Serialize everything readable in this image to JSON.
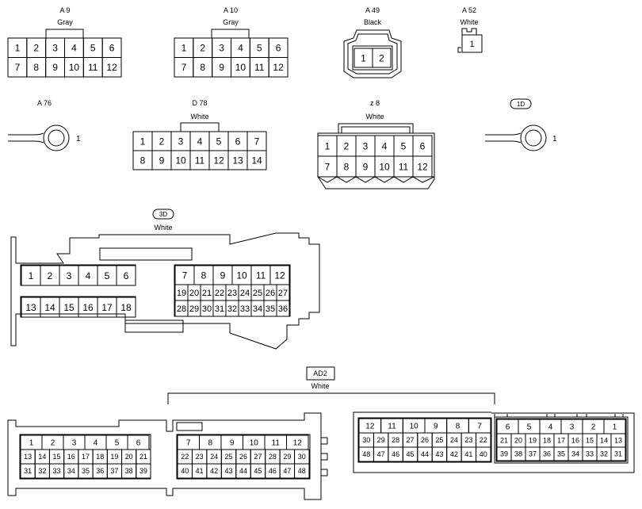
{
  "connectors": [
    {
      "id": "a9",
      "code": "A 9",
      "color": "Gray",
      "rows": [
        [
          "1",
          "2",
          "3",
          "4",
          "5",
          "6"
        ],
        [
          "7",
          "8",
          "9",
          "10",
          "11",
          "12"
        ]
      ]
    },
    {
      "id": "a10",
      "code": "A 10",
      "color": "Gray",
      "rows": [
        [
          "1",
          "2",
          "3",
          "4",
          "5",
          "6"
        ],
        [
          "7",
          "8",
          "9",
          "10",
          "11",
          "12"
        ]
      ]
    },
    {
      "id": "a49",
      "code": "A 49",
      "color": "Black",
      "rows": [
        [
          "1",
          "2"
        ]
      ]
    },
    {
      "id": "a52",
      "code": "A 52",
      "color": "White",
      "rows": [
        [
          "1"
        ]
      ]
    },
    {
      "id": "a76",
      "code": "A 76",
      "color": "",
      "rows": [
        [
          "1"
        ]
      ]
    },
    {
      "id": "d78",
      "code": "D 78",
      "color": "White",
      "rows": [
        [
          "1",
          "2",
          "3",
          "4",
          "5",
          "6",
          "7"
        ],
        [
          "8",
          "9",
          "10",
          "11",
          "12",
          "13",
          "14"
        ]
      ]
    },
    {
      "id": "z8",
      "code": "z 8",
      "color": "White",
      "rows": [
        [
          "1",
          "2",
          "3",
          "4",
          "5",
          "6"
        ],
        [
          "7",
          "8",
          "9",
          "10",
          "11",
          "12"
        ]
      ]
    },
    {
      "id": "1d",
      "code": "1D",
      "color": "",
      "rows": [
        [
          "1"
        ]
      ]
    },
    {
      "id": "3d",
      "code": "3D",
      "color": "White",
      "rows": [
        [
          "1",
          "2",
          "3",
          "4",
          "5",
          "6"
        ],
        [
          "13",
          "14",
          "15",
          "16",
          "17",
          "18"
        ],
        [
          "7",
          "8",
          "9",
          "10",
          "11",
          "12"
        ],
        [
          "19",
          "20",
          "21",
          "22",
          "23",
          "24",
          "25",
          "26",
          "27"
        ],
        [
          "28",
          "29",
          "30",
          "31",
          "32",
          "33",
          "34",
          "35",
          "36"
        ]
      ]
    },
    {
      "id": "ad2",
      "code": "AD2",
      "color": "White",
      "rows": [
        [
          "1",
          "2",
          "3",
          "4",
          "5",
          "6"
        ],
        [
          "13",
          "14",
          "15",
          "16",
          "17",
          "18",
          "19",
          "20",
          "21"
        ],
        [
          "31",
          "32",
          "33",
          "34",
          "35",
          "36",
          "37",
          "38",
          "39"
        ],
        [
          "7",
          "8",
          "9",
          "10",
          "11",
          "12"
        ],
        [
          "22",
          "23",
          "24",
          "25",
          "26",
          "27",
          "28",
          "29",
          "30"
        ],
        [
          "40",
          "41",
          "42",
          "43",
          "44",
          "45",
          "46",
          "47",
          "48"
        ],
        [
          "12",
          "11",
          "10",
          "9",
          "8",
          "7"
        ],
        [
          "30",
          "29",
          "28",
          "27",
          "26",
          "25",
          "24",
          "23",
          "22"
        ],
        [
          "48",
          "47",
          "46",
          "45",
          "44",
          "43",
          "42",
          "41",
          "40"
        ],
        [
          "6",
          "5",
          "4",
          "3",
          "2",
          "1"
        ],
        [
          "21",
          "20",
          "19",
          "18",
          "17",
          "16",
          "15",
          "14",
          "13"
        ],
        [
          "39",
          "38",
          "37",
          "36",
          "35",
          "34",
          "33",
          "32",
          "31"
        ]
      ]
    }
  ]
}
